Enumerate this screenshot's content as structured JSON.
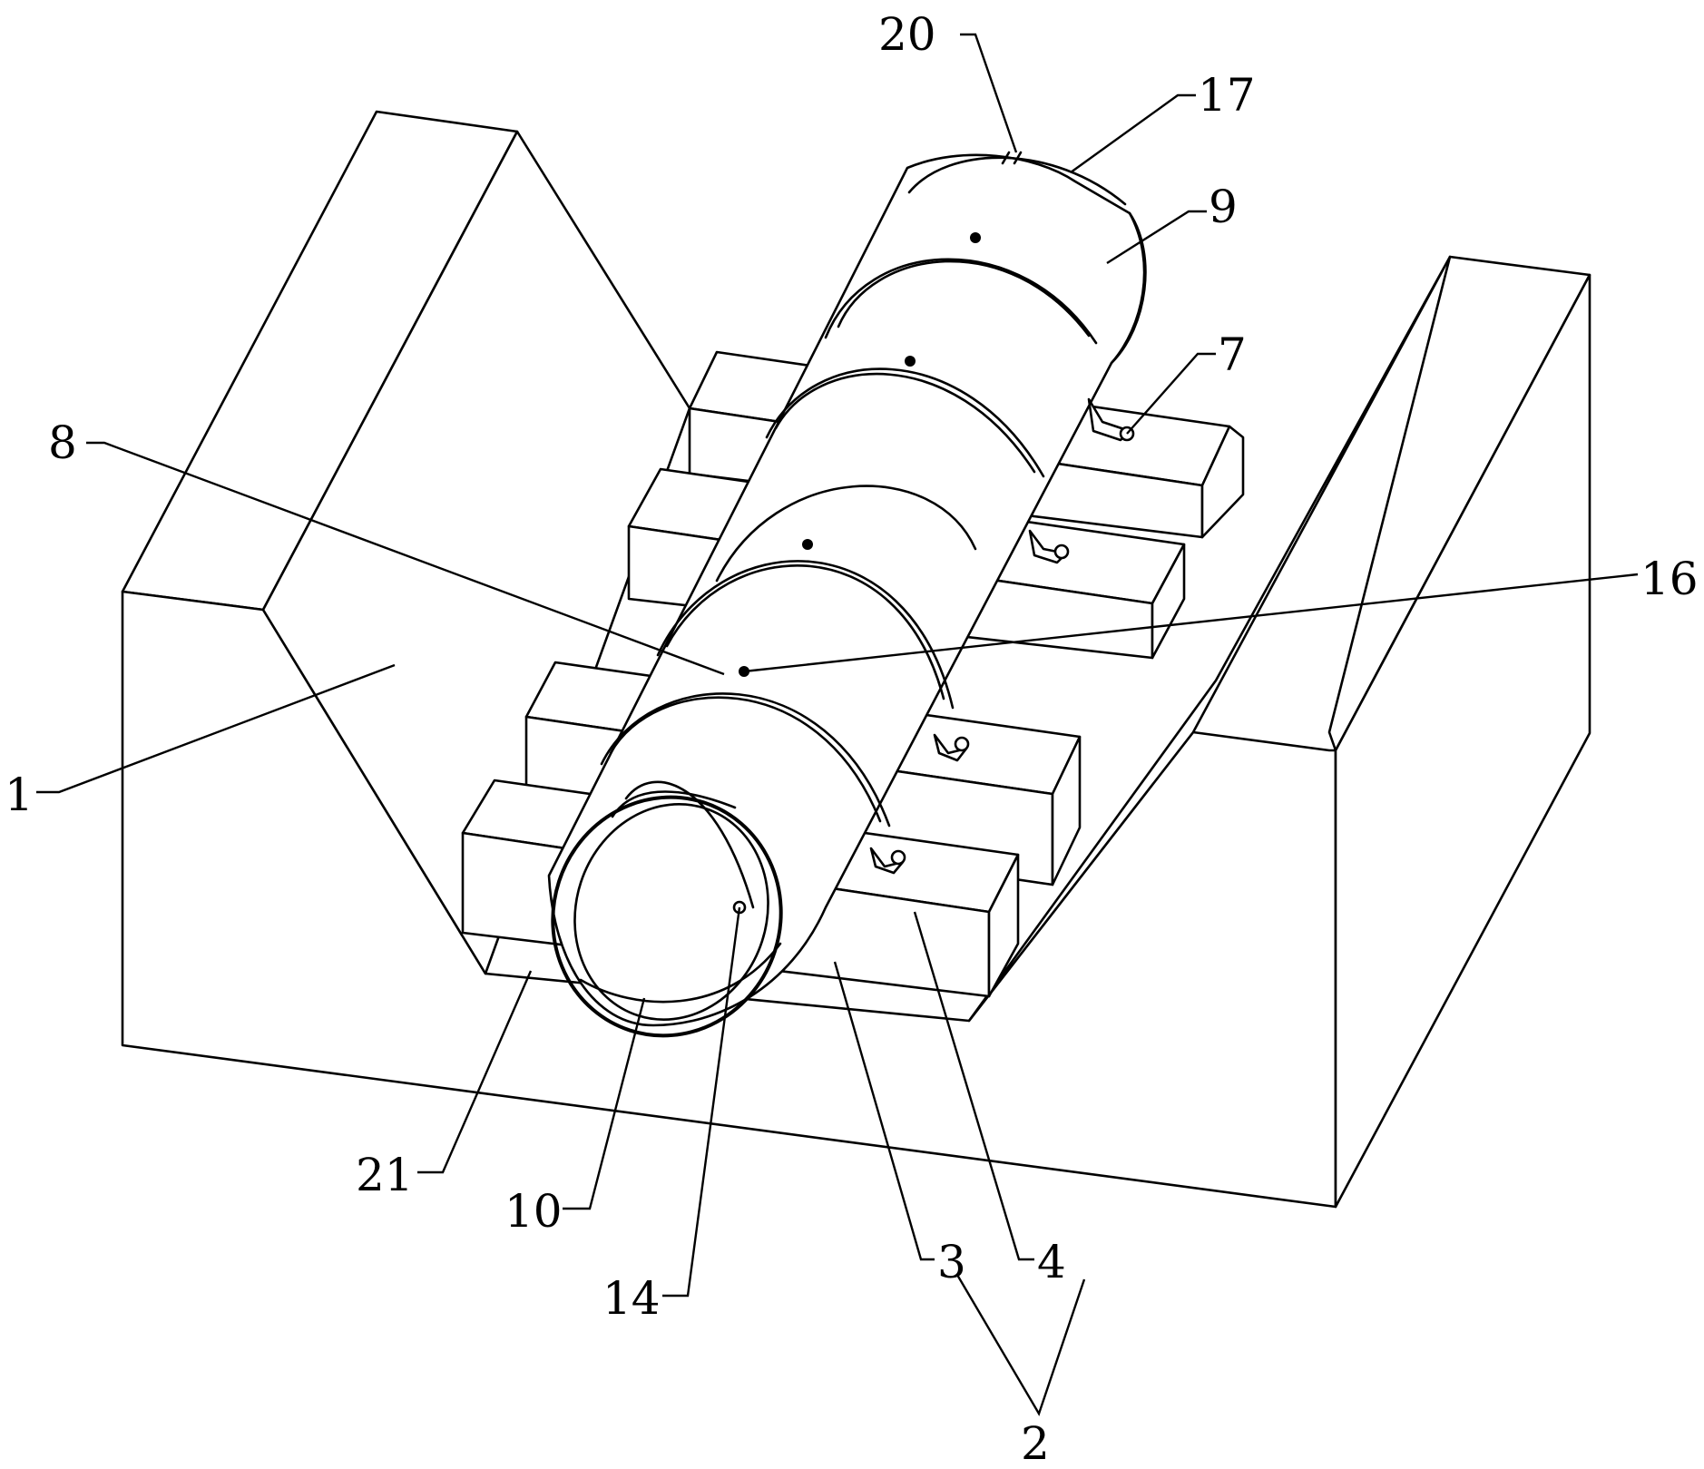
{
  "figure": {
    "labels": {
      "l1": "1",
      "l2": "2",
      "l3": "3",
      "l4": "4",
      "l7": "7",
      "l8": "8",
      "l9": "9",
      "l10": "10",
      "l14": "14",
      "l16": "16",
      "l17": "17",
      "l20": "20",
      "l21": "21"
    }
  }
}
